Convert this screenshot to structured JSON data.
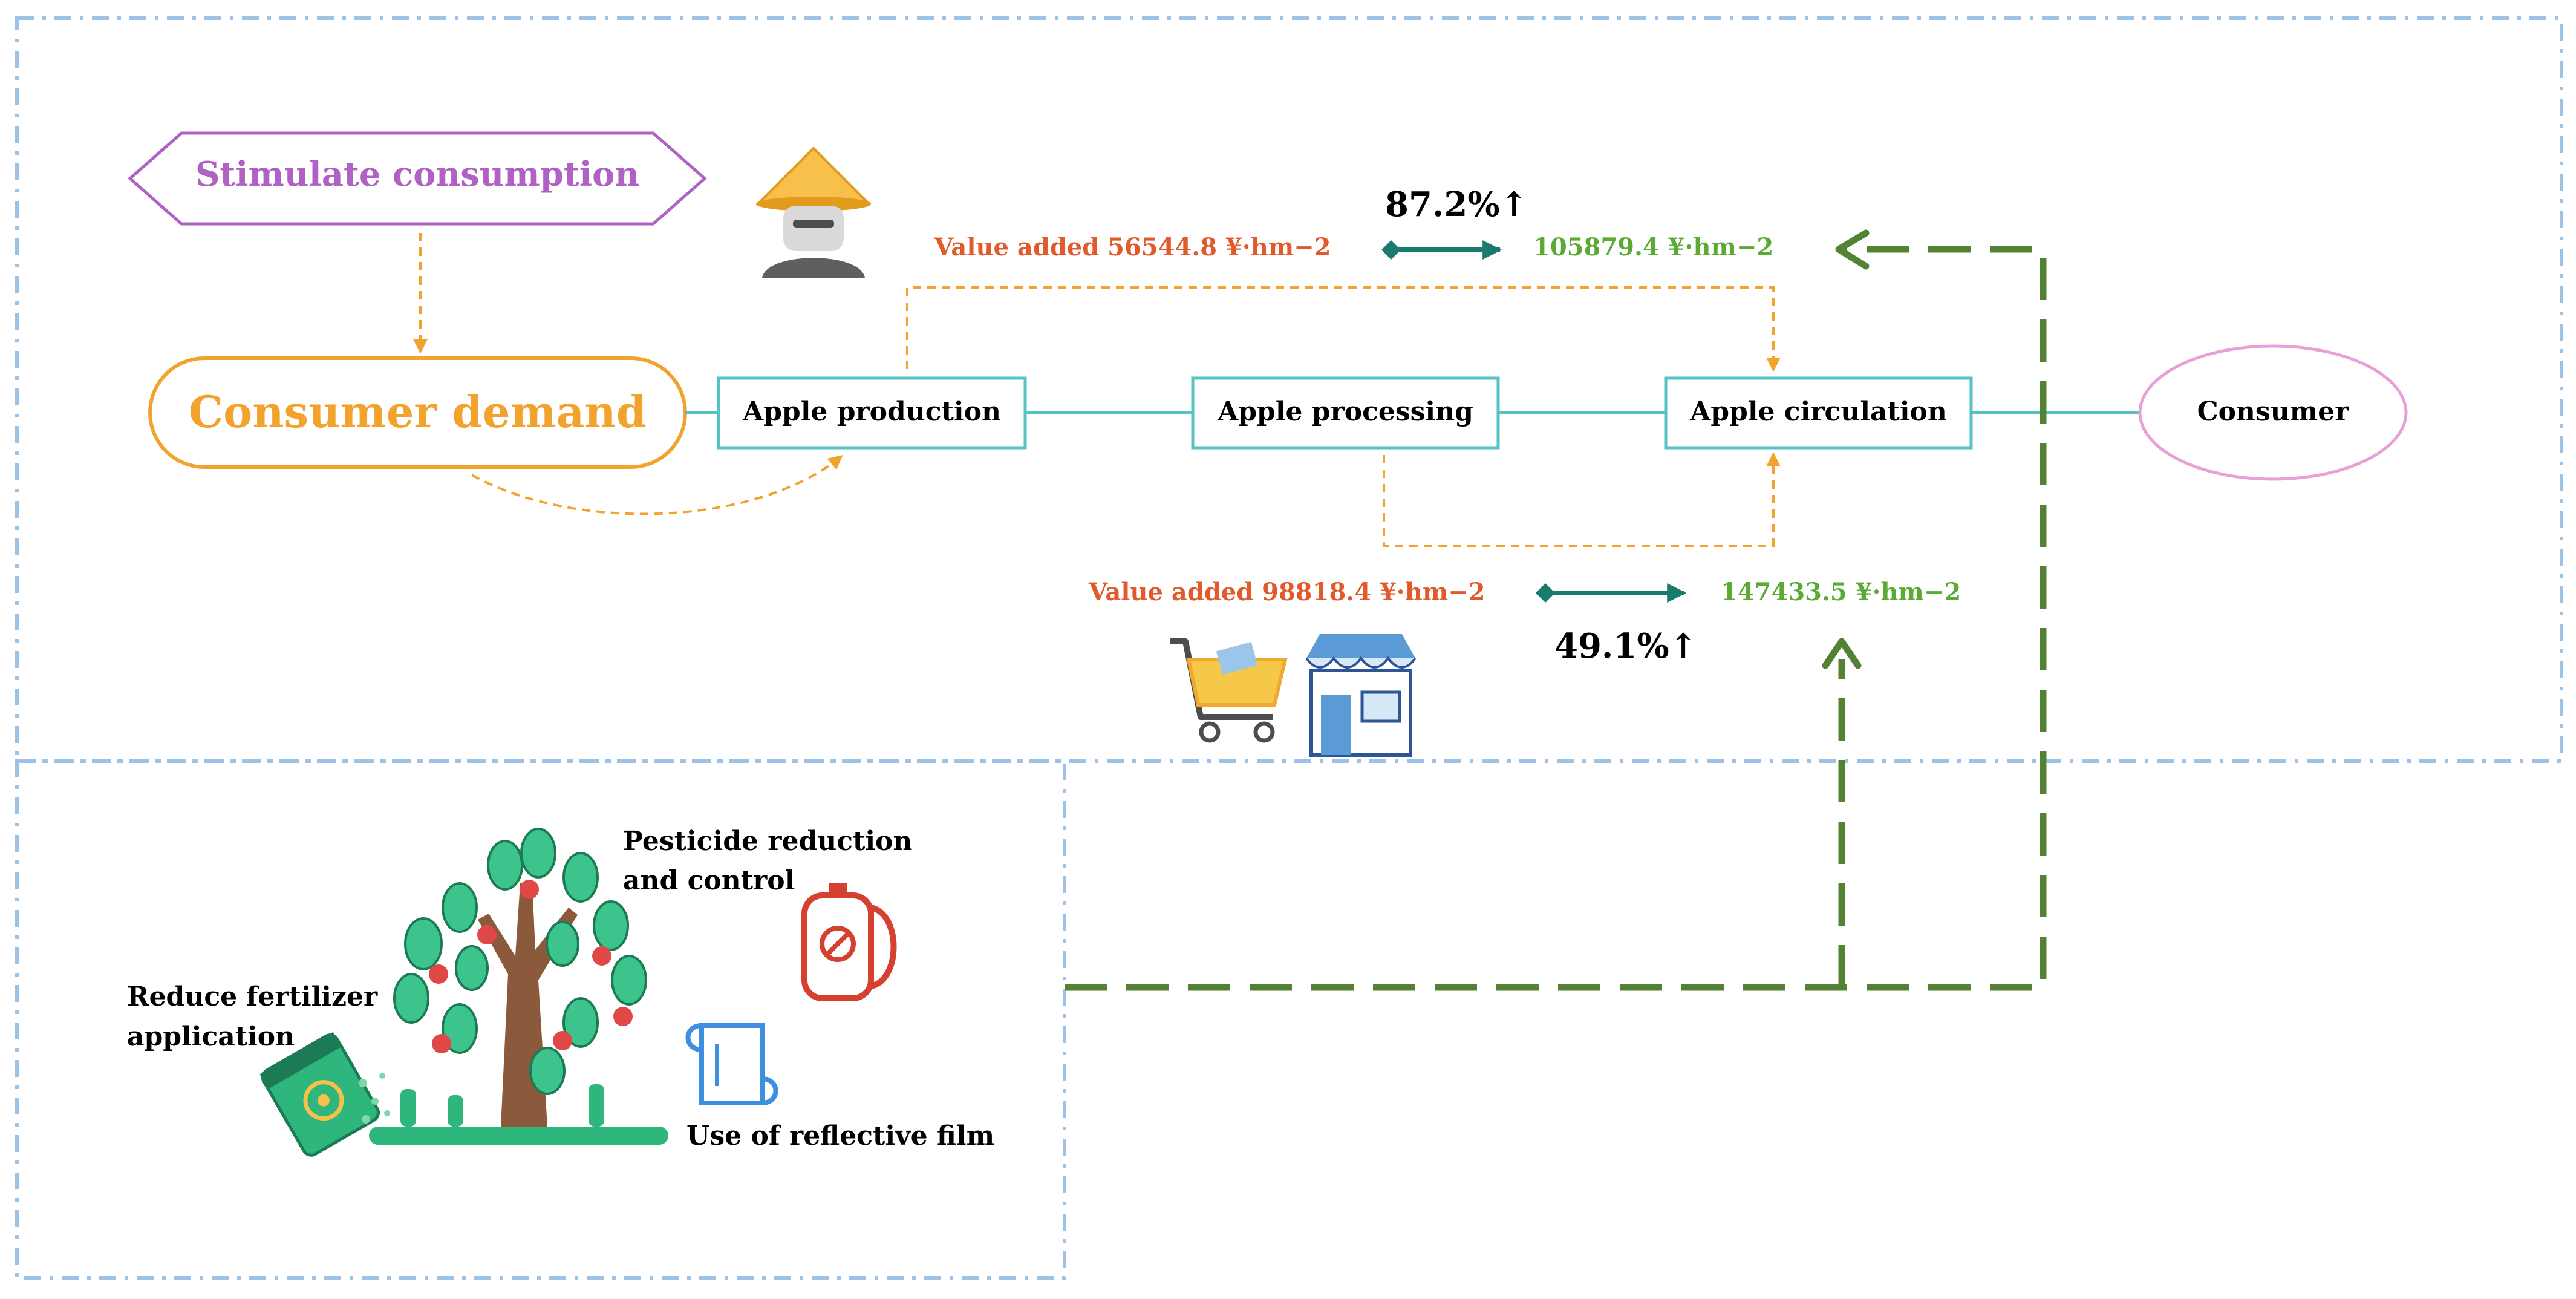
{
  "labels": {
    "stimulate": "Stimulate consumption",
    "consumer_demand": "Consumer demand",
    "apple_production": "Apple production",
    "apple_processing": "Apple processing",
    "apple_circulation": "Apple circulation",
    "consumer": "Consumer"
  },
  "top_value": {
    "added": "Value added 56544.8 ¥·hm−2",
    "result": "105879.4 ¥·hm−2",
    "percent": "87.2%↑"
  },
  "bottom_value": {
    "added": "Value added 98818.4 ¥·hm−2",
    "result": "147433.5 ¥·hm−2",
    "percent": "49.1%↑"
  },
  "practices": {
    "pesticide": [
      "Pesticide reduction",
      "and control"
    ],
    "fertilizer": [
      "Reduce fertilizer",
      "application"
    ],
    "film": "Use of reflective film"
  },
  "colors": {
    "purple": "#b061c4",
    "orange": "#f2a32e",
    "teal": "#56c2c4",
    "red_text": "#e05a2b",
    "green_text": "#5aaa33",
    "dark_green": "#548235",
    "arrow_teal": "#1a7a6e",
    "pink": "#e8a0d6",
    "dash_blue": "#9cc3e6"
  },
  "icons": [
    "farmer-icon",
    "shopping-cart-icon",
    "store-icon",
    "apple-tree-icon",
    "sprayer-icon",
    "fertilizer-bag-icon",
    "reflective-film-icon"
  ]
}
